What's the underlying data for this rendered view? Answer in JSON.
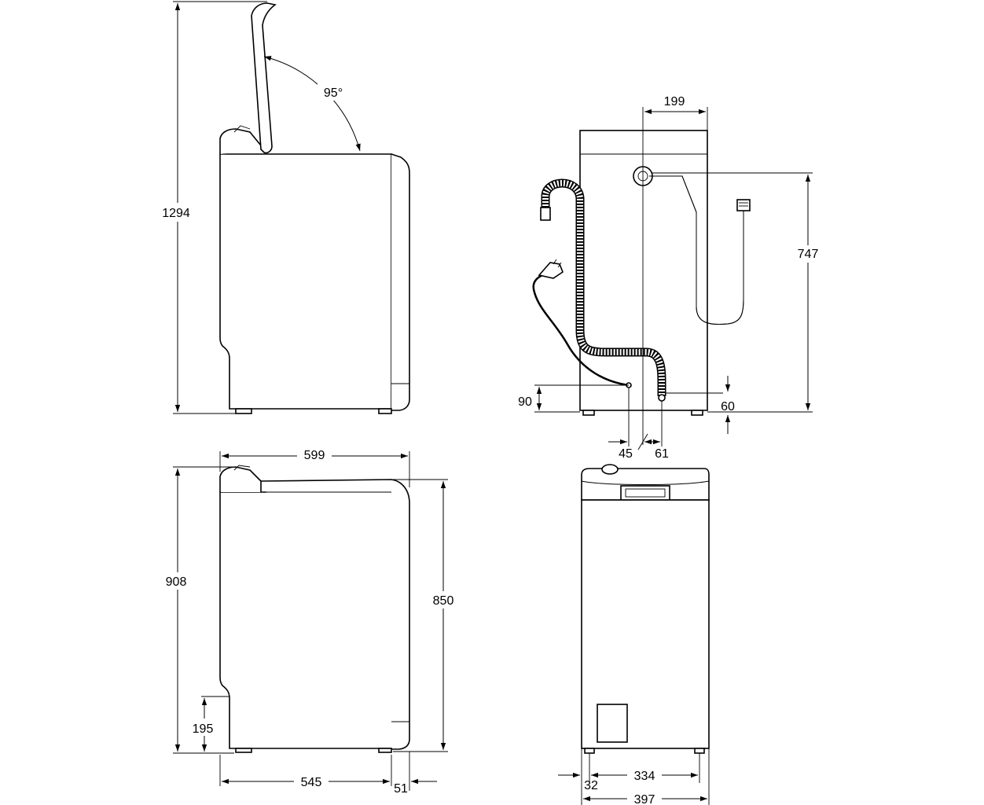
{
  "diagram": {
    "lid_open_view": {
      "height_open": "1294",
      "lid_angle": "95°"
    },
    "back_view": {
      "water_inlet_offset": "199",
      "water_inlet_height": "747",
      "power_cable_height": "90",
      "drain_height": "60",
      "cable_offset": "45",
      "drain_offset": "61"
    },
    "side_view": {
      "depth_overall": "599",
      "height_with_panel": "908",
      "height_body": "850",
      "recess_height": "195",
      "depth_body": "545",
      "rear_offset": "51"
    },
    "front_view": {
      "feet_inset": "32",
      "feet_spacing": "334",
      "width": "397"
    }
  }
}
